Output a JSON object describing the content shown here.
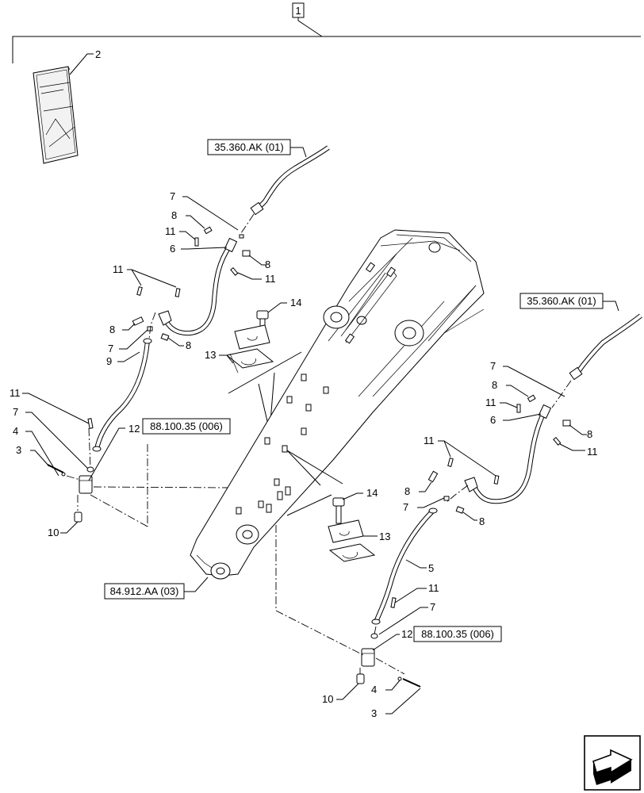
{
  "title_box": "1",
  "references": {
    "hose_upper_left": "35.360.AK (01)",
    "hose_right": "35.360.AK (01)",
    "bracket_left": "88.100.35 (006)",
    "bracket_right": "88.100.35 (006)",
    "boom": "84.912.AA (03)"
  },
  "callouts": {
    "c2": "2",
    "c7a": "7",
    "c8a": "8",
    "c11a": "11",
    "c6a": "6",
    "c8b": "8",
    "c11b": "11",
    "c11c": "11",
    "c8c": "8",
    "c7b": "7",
    "c8d": "8",
    "c9": "9",
    "c14a": "14",
    "c13a": "13",
    "c11d": "11",
    "c7c": "7",
    "c4a": "4",
    "c3a": "3",
    "c12a": "12",
    "c10a": "10",
    "c7d": "7",
    "c8e": "8",
    "c11e": "11",
    "c6b": "6",
    "c8f": "8",
    "c11f": "11",
    "c11g": "11",
    "c8g": "8",
    "c7e": "7",
    "c8h": "8",
    "c14b": "14",
    "c13b": "13",
    "c5": "5",
    "c11h": "11",
    "c7f": "7",
    "c12b": "12",
    "c10b": "10",
    "c4b": "4",
    "c3b": "3"
  },
  "icons": {
    "nav": "arrow-next-page-icon",
    "manual": "manual-booklet-icon"
  }
}
